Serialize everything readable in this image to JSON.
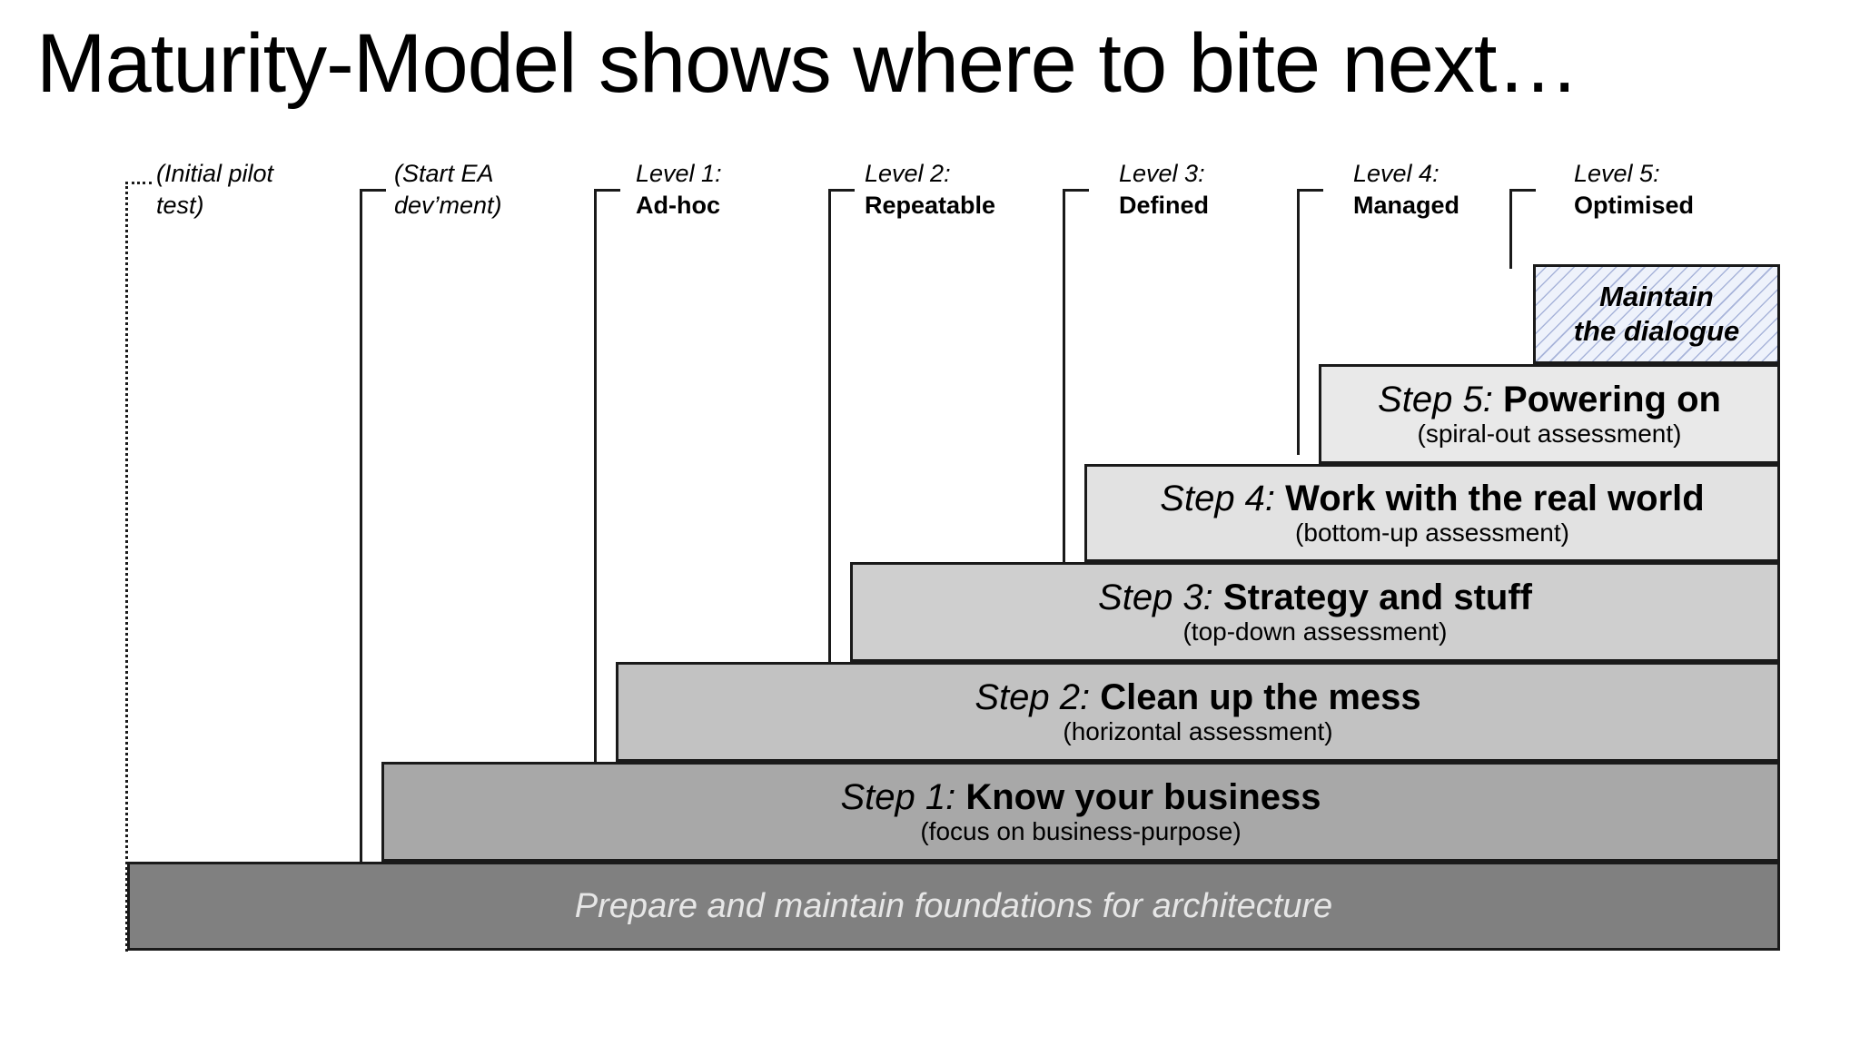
{
  "slide": {
    "title": "Maturity-Model shows where to bite next…"
  },
  "chart_data": {
    "type": "bar",
    "title": "Maturity-Model shows where to bite next…",
    "xlabel": "",
    "ylabel": "",
    "categories": [
      "(Initial pilot test)",
      "(Start EA dev'ment)",
      "Level 1: Ad-hoc",
      "Level 2: Repeatable",
      "Level 3: Defined",
      "Level 4: Managed",
      "Level 5: Optimised"
    ],
    "series": [
      {
        "name": "Prepare and maintain foundations for architecture",
        "starts_at_category": 0,
        "value": 1
      },
      {
        "name": "Step 1: Know your business",
        "starts_at_category": 1,
        "value": 2
      },
      {
        "name": "Step 2: Clean up the mess",
        "starts_at_category": 2,
        "value": 3
      },
      {
        "name": "Step 3: Strategy and stuff",
        "starts_at_category": 3,
        "value": 4
      },
      {
        "name": "Step 4: Work with the real world",
        "starts_at_category": 4,
        "value": 5
      },
      {
        "name": "Step 5: Powering on",
        "starts_at_category": 5,
        "value": 6
      },
      {
        "name": "Maintain the dialogue",
        "starts_at_category": 6,
        "value": 7
      }
    ],
    "grid": false,
    "legend": "none"
  },
  "columns": [
    {
      "level": "(Initial pilot",
      "name": "test)",
      "style": "paren"
    },
    {
      "level": "(Start EA",
      "name": "dev’ment)",
      "style": "paren"
    },
    {
      "level": "Level 1:",
      "name": "Ad-hoc",
      "style": "level"
    },
    {
      "level": "Level 2:",
      "name": "Repeatable",
      "style": "level"
    },
    {
      "level": "Level 3:",
      "name": "Defined",
      "style": "level"
    },
    {
      "level": "Level 4:",
      "name": "Managed",
      "style": "level"
    },
    {
      "level": "Level 5:",
      "name": "Optimised",
      "style": "level"
    }
  ],
  "bands": {
    "maintain": {
      "line_a": "Maintain",
      "line_b": "the dialogue",
      "fill": "#eef2fb",
      "hatch": "#6e82be"
    },
    "step5": {
      "step": "Step 5:",
      "title": "Powering on",
      "note": "(spiral-out assessment)",
      "fill": "#e9e9e9"
    },
    "step4": {
      "step": "Step 4:",
      "title": "Work with the real world",
      "note": "(bottom-up assessment)",
      "fill": "#e2e2e2"
    },
    "step3": {
      "step": "Step 3:",
      "title": "Strategy and stuff",
      "note": "(top-down assessment)",
      "fill": "#cfcfcf"
    },
    "step2": {
      "step": "Step 2:",
      "title": "Clean up the mess",
      "note": "(horizontal assessment)",
      "fill": "#c2c2c2"
    },
    "step1": {
      "step": "Step 1:",
      "title": "Know your business",
      "note": "(focus on business-purpose)",
      "fill": "#a8a8a8"
    },
    "foundation": {
      "text": "Prepare and maintain foundations for architecture",
      "fill": "#808080",
      "text_color": "#e6e6e6"
    }
  }
}
